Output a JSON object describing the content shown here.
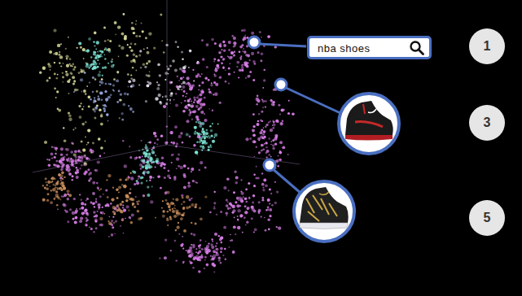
{
  "diagram": {
    "nodes": [
      {
        "text": [
          "nba shoes"
        ]
      }
    ],
    "labels": [
      "1",
      "3",
      "5"
    ]
  }
}
